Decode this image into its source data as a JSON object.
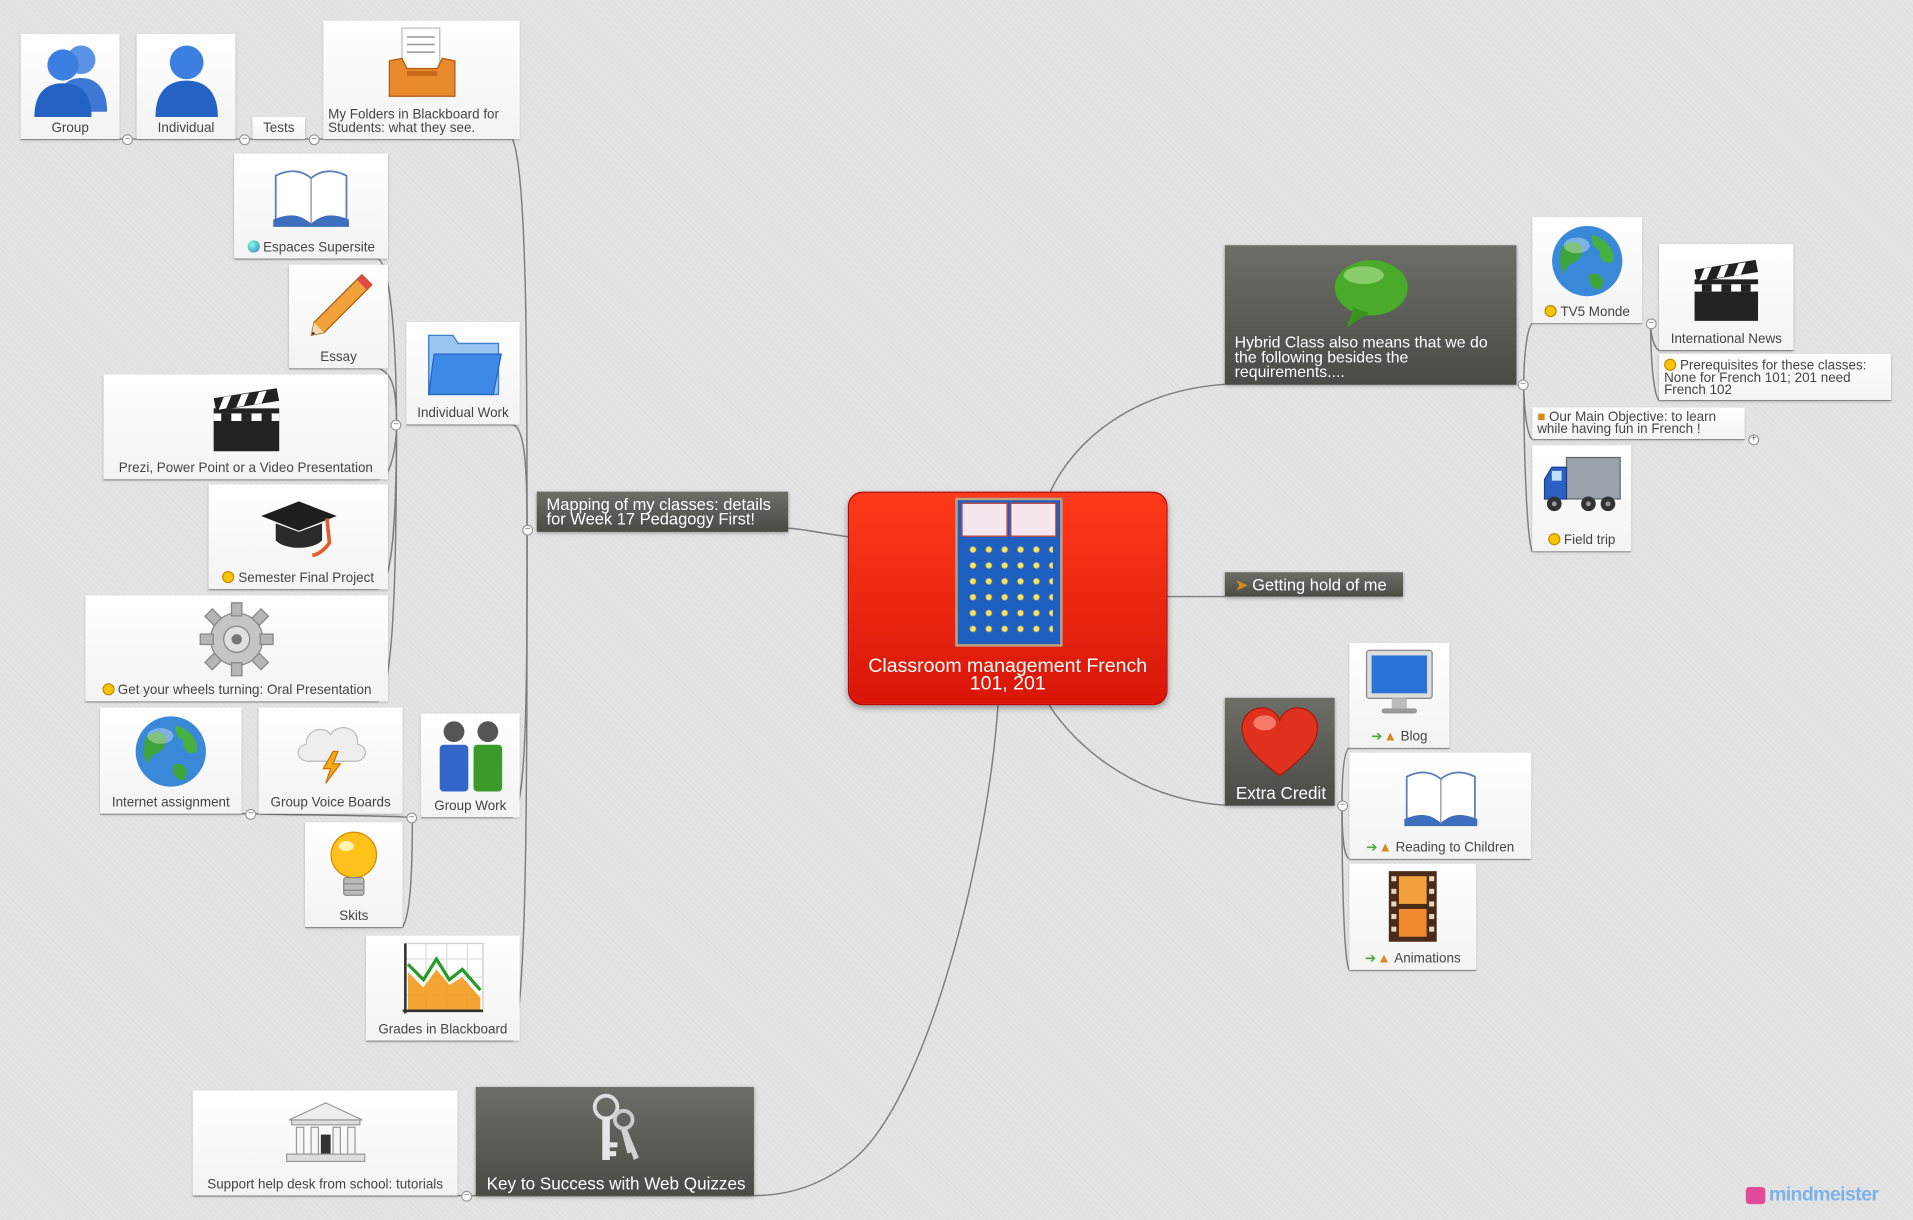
{
  "central": {
    "title": "Classroom management French 101, 201"
  },
  "left_branch": {
    "title": "Mapping of my classes: details for Week 17 Pedagogy First!",
    "folders": {
      "title": "My Folders in Blackboard for Students: what they see.",
      "tests": "Tests",
      "group": "Group",
      "individual": "Individual"
    },
    "individual_work": {
      "title": "Individual Work",
      "espaces": "Espaces Supersite",
      "essay": "Essay",
      "prezi": "Prezi, Power Point or a Video Presentation",
      "semester": "Semester Final Project",
      "wheels": "Get your wheels turning: Oral Presentation"
    },
    "group_work": {
      "title": "Group Work",
      "internet": "Internet assignment",
      "voice": "Group Voice Boards",
      "skits": "Skits"
    },
    "grades": "Grades in Blackboard"
  },
  "bottom_branch": {
    "title": "Key to Success with Web Quizzes",
    "support": "Support help desk from school: tutorials"
  },
  "right_branch": {
    "hybrid": {
      "title": "Hybrid Class also means that we do the following besides the requirements....",
      "tv5": "TV5 Monde",
      "news": "International News",
      "prereq": "Prerequisites for these classes: None for French 101; 201 need French 102",
      "objective": "Our Main Objective: to learn while having fun in French !",
      "fieldtrip": "Field trip"
    },
    "getting_hold": "Getting hold of me",
    "extra": {
      "title": "Extra Credit",
      "blog": "Blog",
      "reading": "Reading to Children",
      "animations": "Animations"
    }
  },
  "brand": "mindmeister"
}
